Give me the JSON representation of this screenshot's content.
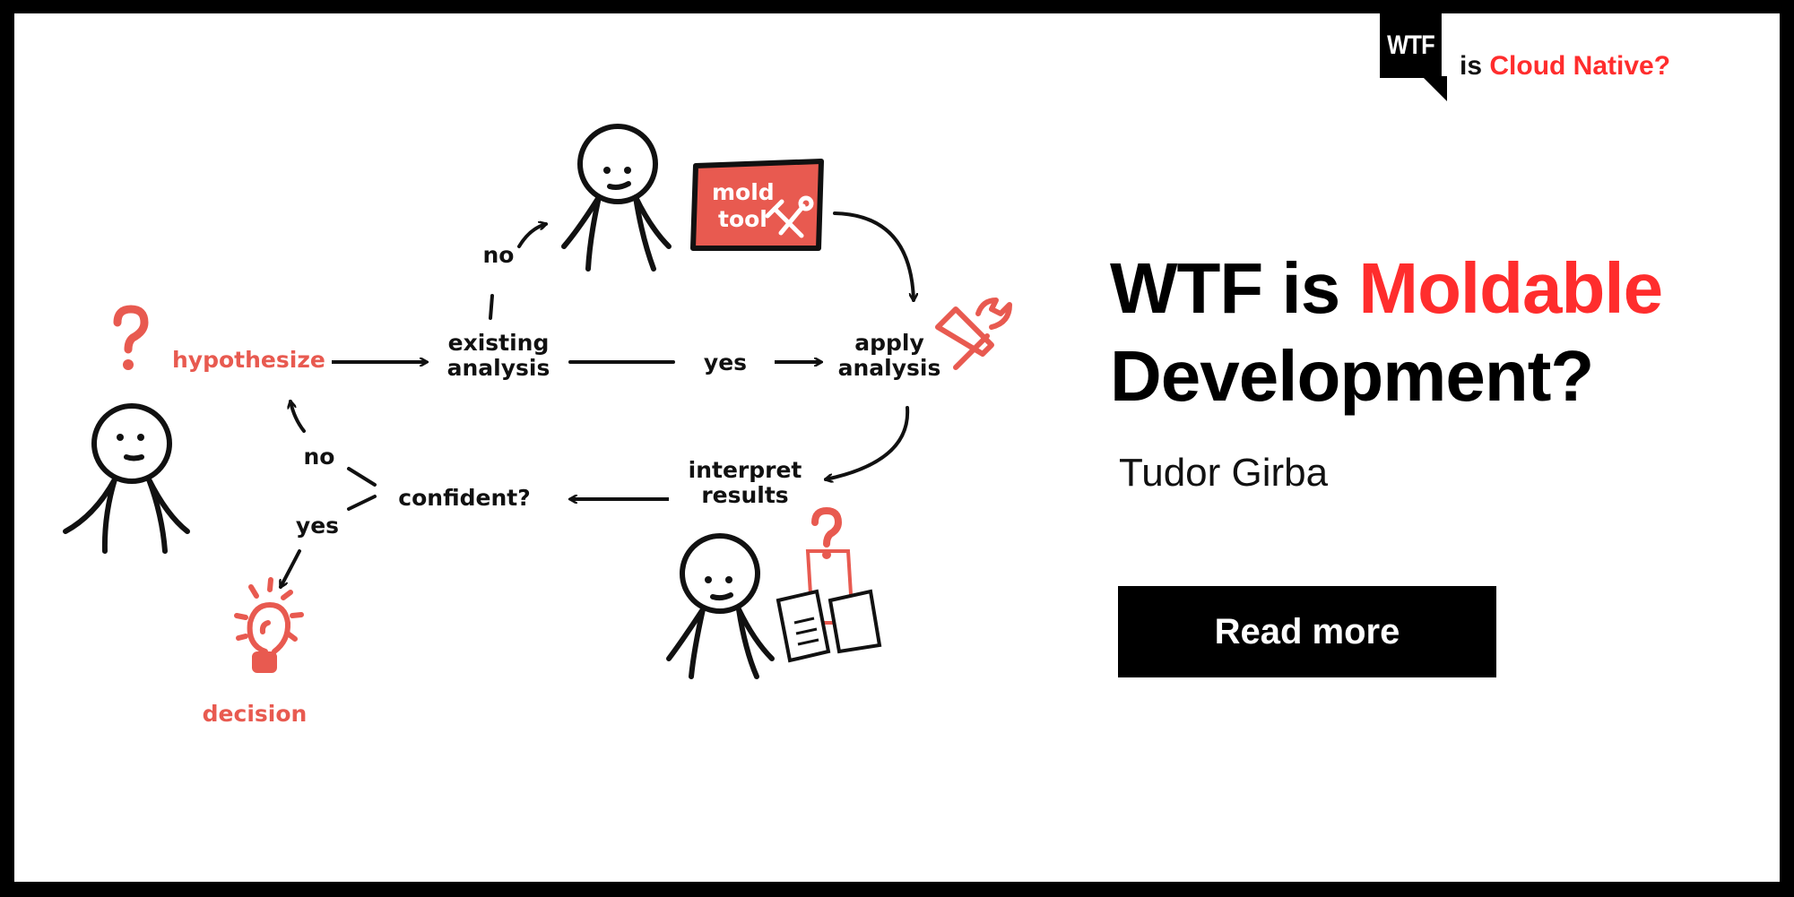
{
  "brand": {
    "badge": "WTF",
    "prefix": "is",
    "highlight": "Cloud Native?"
  },
  "hero": {
    "title_part1": "WTF is ",
    "title_highlight": "Moldable",
    "title_line2": "Development?",
    "author": "Tudor Girba",
    "cta_label": "Read more"
  },
  "diagram": {
    "hypothesize": "hypothesize",
    "existing_analysis": [
      "existing",
      "analysis"
    ],
    "no_top": "no",
    "yes_mid": "yes",
    "mold_tool": [
      "mold",
      "tool"
    ],
    "apply_analysis": [
      "apply",
      "analysis"
    ],
    "interpret_results": [
      "interpret",
      "results"
    ],
    "confident": "confident?",
    "no_left": "no",
    "yes_left": "yes",
    "decision": "decision"
  },
  "colors": {
    "accent_red": "#ff2d2d",
    "illustration_red": "#e85a50",
    "frame": "#000000",
    "background": "#ffffff"
  }
}
